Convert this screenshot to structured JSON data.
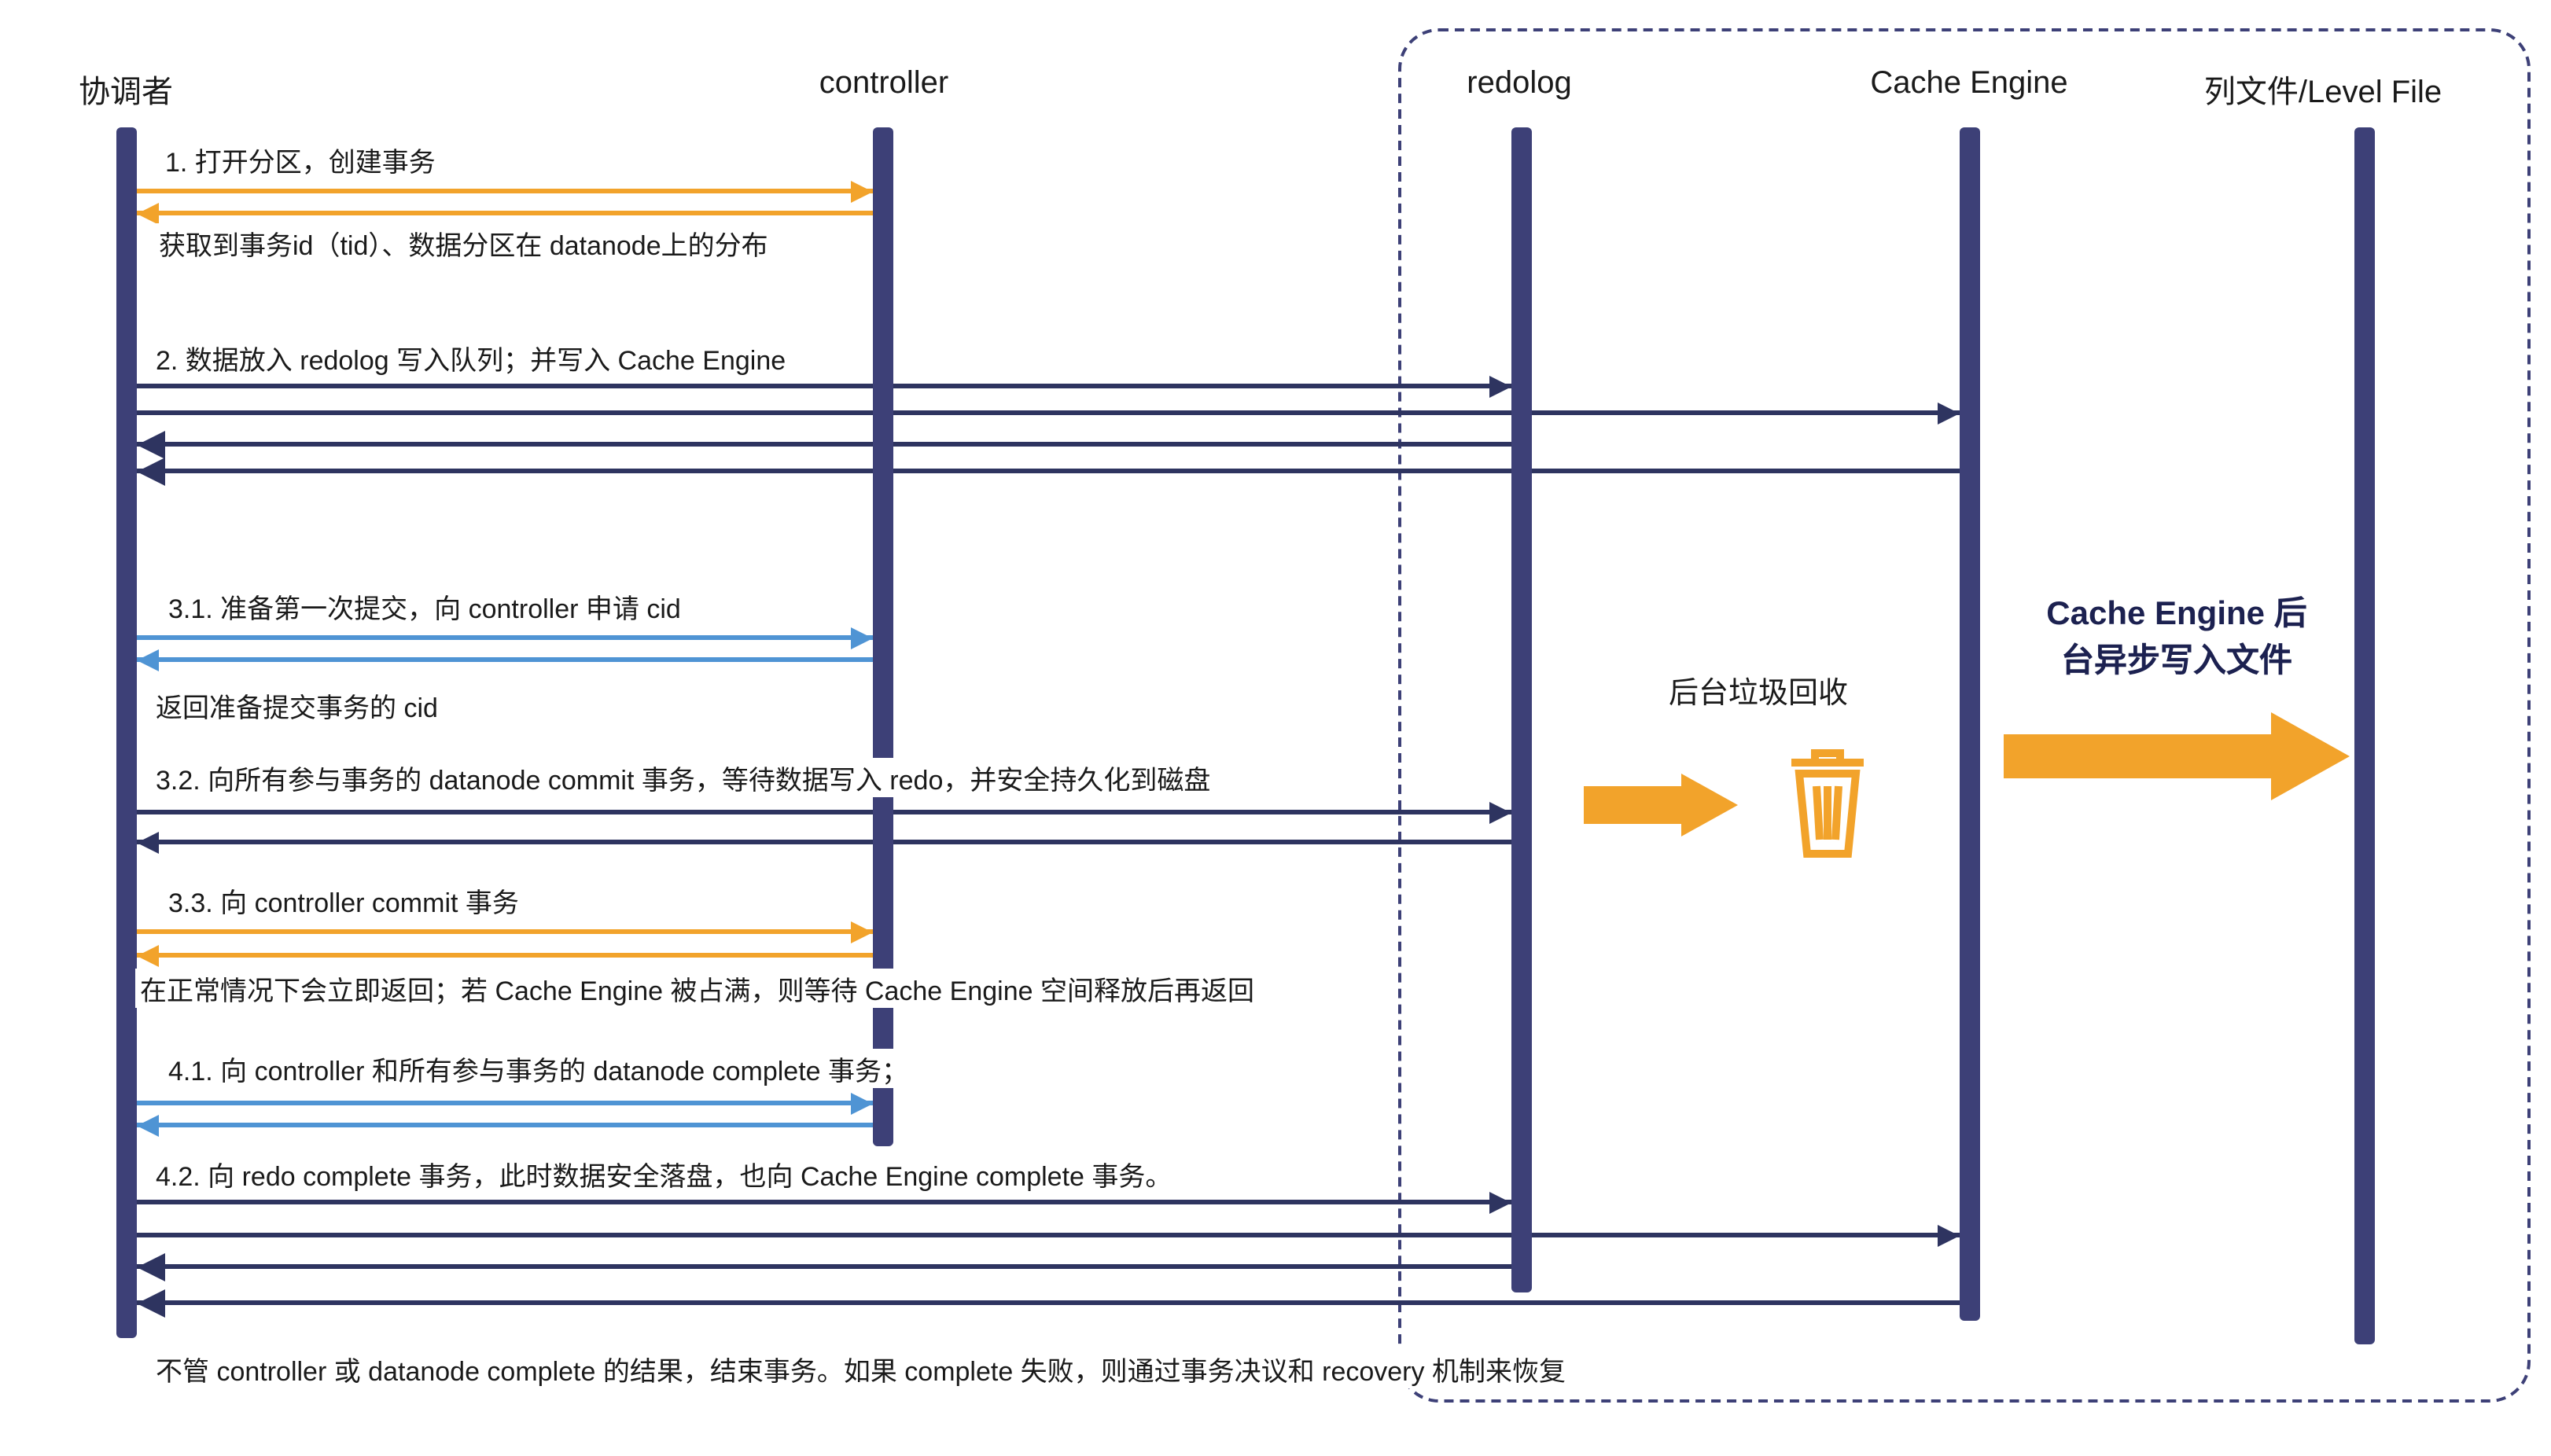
{
  "colors": {
    "lifeline": "#3d4077",
    "group_border": "#3d4077",
    "arrow_dark": "#2e3460",
    "arrow_orange": "#f2a32b",
    "arrow_blue": "#4f94d4",
    "text": "#1a1a1a",
    "annotation_bold_text": "#1c2150"
  },
  "actors": [
    "协调者",
    "controller",
    "redolog",
    "Cache Engine",
    "列文件/Level File"
  ],
  "messages": {
    "open_partition": "1. 打开分区，创建事务",
    "open_partition_return": "获取到事务id（tid）、数据分区在 datanode上的分布",
    "write_redolog": "2. 数据放入 redolog 写入队列；并写入 Cache Engine",
    "prepare_commit": "3.1. 准备第一次提交，向 controller 申请 cid",
    "prepare_commit_return": "返回准备提交事务的 cid",
    "commit_datanodes": "3.2. 向所有参与事务的 datanode commit 事务，等待数据写入 redo，并安全持久化到磁盘",
    "commit_controller": "3.3. 向 controller commit 事务",
    "commit_controller_return": "在正常情况下会立即返回；若 Cache Engine 被占满，则等待 Cache Engine 空间释放后再返回",
    "complete_all": "4.1. 向 controller 和所有参与事务的 datanode complete 事务；",
    "complete_redo": "4.2. 向 redo complete 事务，此时数据安全落盘，也向 Cache Engine complete 事务。",
    "final_note": "不管 controller 或 datanode complete 的结果，结束事务。如果 complete 失败，则通过事务决议和 recovery 机制来恢复"
  },
  "annotations": {
    "gc_label": "后台垃圾回收",
    "async_write_line1": "Cache Engine 后",
    "async_write_line2": "台异步写入文件"
  }
}
